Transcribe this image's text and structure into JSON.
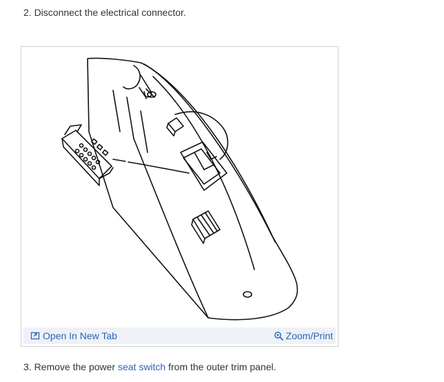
{
  "steps": {
    "step2": "2. Disconnect the electrical connector.",
    "step3_prefix": "3. Remove the power ",
    "step3_link": "seat switch",
    "step3_suffix": " from the outer trim panel."
  },
  "figure": {
    "open_tab_label": "Open In New Tab",
    "zoom_label": "Zoom/Print"
  },
  "icons": {
    "open_tab": "open-in-new-tab-icon",
    "zoom": "zoom-magnifier-icon"
  },
  "colors": {
    "link": "#2a64b8",
    "bar_background": "#eef1f6",
    "border": "#cfcfcf"
  }
}
